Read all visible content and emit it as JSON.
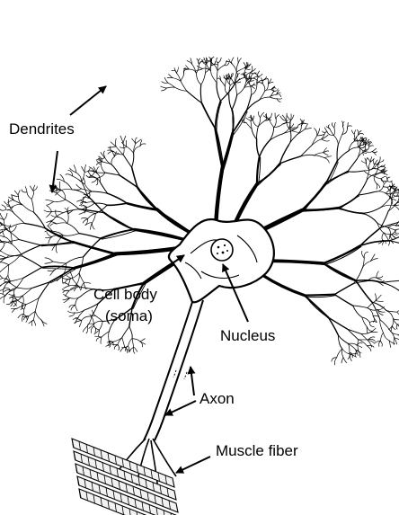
{
  "labels": {
    "dendrites": "Dendrites",
    "cell_body": "Cell body",
    "soma": "(soma)",
    "nucleus": "Nucleus",
    "axon": "Axon",
    "muscle_fiber": "Muscle fiber"
  },
  "colors": {
    "ink": "#000000",
    "background": "#ffffff",
    "fiber_fill": "#f2f2f2"
  }
}
